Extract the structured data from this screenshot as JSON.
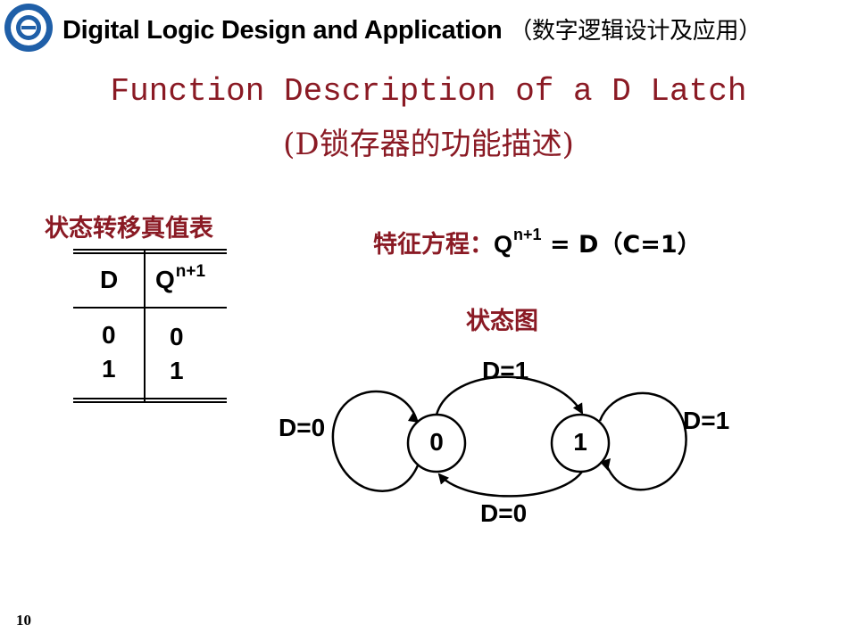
{
  "header": {
    "course_title_en": "Digital Logic Design and Application",
    "course_title_cn": "（数字逻辑设计及应用）"
  },
  "slide": {
    "title_en": "Function Description of a D Latch",
    "title_cn": "(D锁存器的功能描述)",
    "page_number": "10"
  },
  "truth_table": {
    "caption": "状态转移真值表",
    "columns": {
      "d": "D",
      "q": "Q",
      "q_sup": "n+1"
    },
    "rows": [
      {
        "d": "0",
        "q": "0"
      },
      {
        "d": "1",
        "q": "1"
      }
    ]
  },
  "equation": {
    "label": "特征方程：",
    "lhs": "Q",
    "lhs_sup": "n+1",
    "rhs": " = D（C=1）"
  },
  "state_diagram": {
    "caption": "状态图",
    "states": [
      "0",
      "1"
    ],
    "transitions": {
      "top": "D=1",
      "left_loop": "D=0",
      "right_loop": "D=1",
      "bottom": "D=0"
    }
  },
  "colors": {
    "accent": "#8a1a24",
    "text": "#000000",
    "logo_blue": "#1f5fa8"
  }
}
